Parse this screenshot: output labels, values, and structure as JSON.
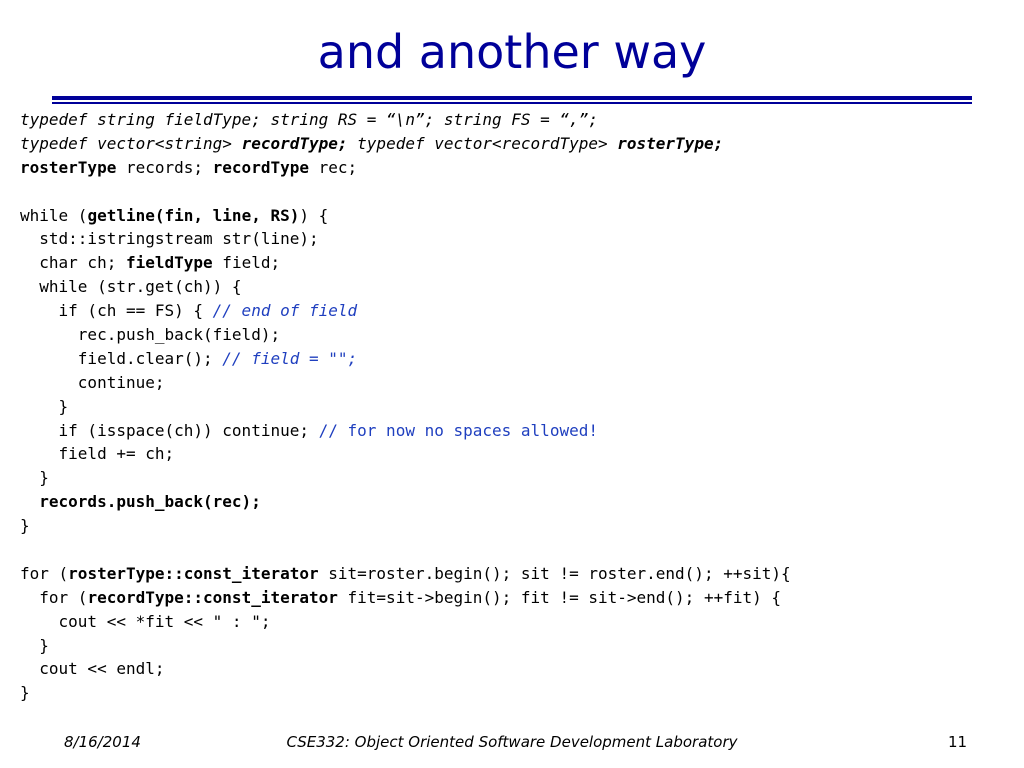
{
  "slide": {
    "title": "and another way",
    "code": [
      [
        {
          "t": "typedef string fieldType; string RS = “\\n”; string FS = “,”;",
          "s": "i"
        }
      ],
      [
        {
          "t": "typedef vector<string> ",
          "s": "i"
        },
        {
          "t": "recordType;",
          "s": "bi"
        },
        {
          "t": " typedef vector<recordType> ",
          "s": "i"
        },
        {
          "t": "rosterType;",
          "s": "bi"
        }
      ],
      [
        {
          "t": "rosterType",
          "s": "b"
        },
        {
          "t": " records; ",
          "s": ""
        },
        {
          "t": "recordType",
          "s": "b"
        },
        {
          "t": " rec;",
          "s": ""
        }
      ],
      [
        {
          "t": "",
          "s": ""
        }
      ],
      [
        {
          "t": "while (",
          "s": ""
        },
        {
          "t": "getline(fin, line, RS)",
          "s": "b"
        },
        {
          "t": ") {",
          "s": ""
        }
      ],
      [
        {
          "t": "  std::istringstream str(line);",
          "s": ""
        }
      ],
      [
        {
          "t": "  char ch; ",
          "s": ""
        },
        {
          "t": "fieldType",
          "s": "b"
        },
        {
          "t": " field;",
          "s": ""
        }
      ],
      [
        {
          "t": "  while (str.get(ch)) {",
          "s": ""
        }
      ],
      [
        {
          "t": "    if (ch == FS) { ",
          "s": ""
        },
        {
          "t": "// end of field",
          "s": "ci"
        }
      ],
      [
        {
          "t": "      rec.push_back(field);",
          "s": ""
        }
      ],
      [
        {
          "t": "      field.clear(); ",
          "s": ""
        },
        {
          "t": "// field = \"\";",
          "s": "ci"
        }
      ],
      [
        {
          "t": "      continue;",
          "s": ""
        }
      ],
      [
        {
          "t": "    }",
          "s": ""
        }
      ],
      [
        {
          "t": "    if (isspace(ch)) continue; ",
          "s": ""
        },
        {
          "t": "// for now no spaces allowed!",
          "s": "c"
        }
      ],
      [
        {
          "t": "    field += ch;",
          "s": ""
        }
      ],
      [
        {
          "t": "  }",
          "s": ""
        }
      ],
      [
        {
          "t": "  records.push_back(rec);",
          "s": "b"
        }
      ],
      [
        {
          "t": "}",
          "s": ""
        }
      ],
      [
        {
          "t": "",
          "s": ""
        }
      ],
      [
        {
          "t": "for (",
          "s": ""
        },
        {
          "t": "rosterType::const_iterator",
          "s": "b"
        },
        {
          "t": " sit=roster.begin(); sit != roster.end(); ++sit){",
          "s": ""
        }
      ],
      [
        {
          "t": "  for (",
          "s": ""
        },
        {
          "t": "recordType::const_iterator",
          "s": "b"
        },
        {
          "t": " fit=sit->begin(); fit != sit->end(); ++fit) {",
          "s": ""
        }
      ],
      [
        {
          "t": "    cout << *fit << \" : \";",
          "s": ""
        }
      ],
      [
        {
          "t": "  }",
          "s": ""
        }
      ],
      [
        {
          "t": "  cout << endl;",
          "s": ""
        }
      ],
      [
        {
          "t": "}",
          "s": ""
        }
      ]
    ]
  },
  "footer": {
    "date": "8/16/2014",
    "course": "CSE332: Object Oriented Software Development Laboratory",
    "page": "11"
  },
  "colors": {
    "title": "#000099",
    "comment": "#1f3fbf"
  }
}
